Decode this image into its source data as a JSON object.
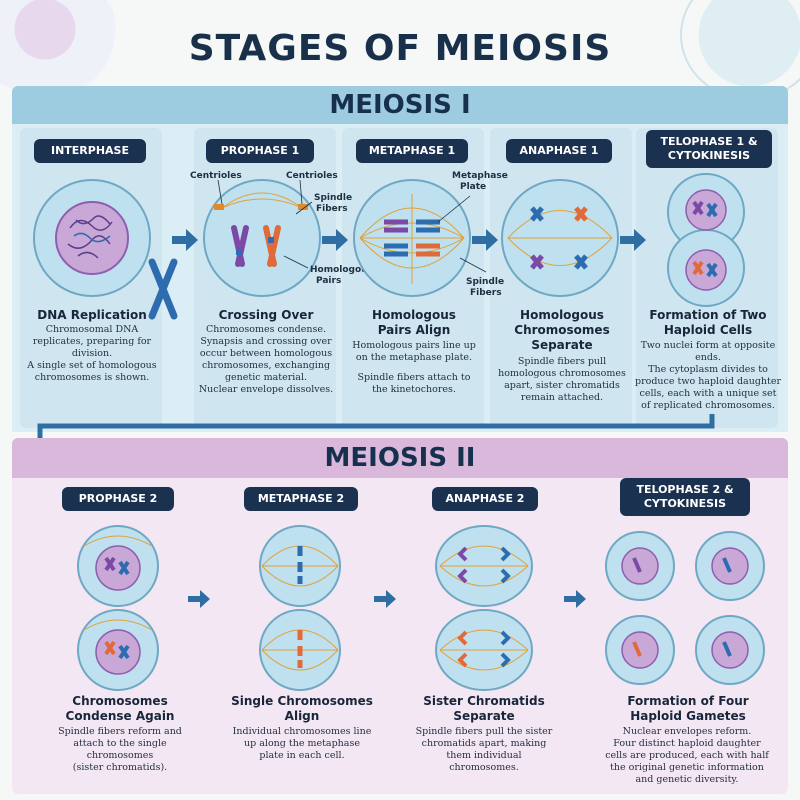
{
  "title": "STAGES OF MEIOSIS",
  "meiosis1": {
    "heading": "MEIOSIS I",
    "stages": [
      {
        "label": "INTERPHASE",
        "title": "DNA Replication",
        "desc": [
          "Chromosomal DNA",
          "replicates, preparing for",
          "division.",
          "A single set of homologous",
          "chromosomes is shown."
        ]
      },
      {
        "label": "PROPHASE 1",
        "title": "Crossing Over",
        "desc": [
          "Chromosomes condense.",
          "Synapsis and crossing over",
          "occur between homologous",
          "chromosomes, exchanging",
          "genetic material.",
          "Nuclear envelope dissolves."
        ],
        "annotations": {
          "centrioles_left": "Centrioles",
          "centrioles_right": "Centrioles",
          "spindle": "Spindle",
          "fibers": "Fibers",
          "homologous": "Homologous",
          "pairs": "Pairs"
        }
      },
      {
        "label": "METAPHASE 1",
        "title_lines": [
          "Homologous",
          "Pairs Align"
        ],
        "desc": [
          "Homologous pairs line up",
          "on the metaphase plate.",
          "",
          "Spindle fibers attach to",
          "the kinetochores."
        ],
        "annotations": {
          "metaphase": "Metaphase",
          "plate": "Plate"
        }
      },
      {
        "label": "ANAPHASE 1",
        "title_lines": [
          "Homologous",
          "Chromosomes",
          "Separate"
        ],
        "desc": [
          "Spindle fibers pull",
          "homologous chromosomes",
          "apart, sister chromatids",
          "remain attached."
        ],
        "annotations": {
          "spindle": "Spindle",
          "fibers": "Fibers"
        }
      },
      {
        "label_lines": [
          "TELOPHASE 1 &",
          "CYTOKINESIS"
        ],
        "title_lines": [
          "Formation of Two",
          "Haploid Cells"
        ],
        "desc": [
          "Two nuclei form at opposite",
          "ends.",
          "The cytoplasm divides to",
          "produce two haploid daughter",
          "cells, each with a unique set",
          "of replicated chromosomes."
        ]
      }
    ]
  },
  "meiosis2": {
    "heading": "MEIOSIS II",
    "stages": [
      {
        "label": "PROPHASE 2",
        "title_lines": [
          "Chromosomes",
          "Condense Again"
        ],
        "desc": [
          "Spindle fibers reform and",
          "attach to the single",
          "chromosomes",
          "(sister chromatids)."
        ]
      },
      {
        "label": "METAPHASE 2",
        "title_lines": [
          "Single Chromosomes",
          "Align"
        ],
        "desc": [
          "Individual chromosomes line",
          "up along the metaphase",
          "plate in each cell."
        ]
      },
      {
        "label": "ANAPHASE 2",
        "title_lines": [
          "Sister Chromatids",
          "Separate"
        ],
        "desc": [
          "Spindle fibers pull the sister",
          "chromatids apart, making",
          "them individual",
          "chromosomes."
        ]
      },
      {
        "label_lines": [
          "TELOPHASE 2 &",
          "CYTOKINESIS"
        ],
        "title_lines": [
          "Formation of Four",
          "Haploid Gametes"
        ],
        "desc": [
          "Nuclear envelopes reform.",
          "Four distinct haploid daughter",
          "cells are produced, each with half",
          "the original genetic information",
          "and genetic diversity."
        ]
      }
    ]
  },
  "colors": {
    "navy": "#1b3150",
    "meiosis1_band": "#9dcbe0",
    "meiosis2_band": "#d9b8dc",
    "arrow": "#2f6ea3",
    "chrom_blue": "#2e6cb0",
    "chrom_orange": "#e06a3a",
    "chrom_purple": "#7a4aa6"
  }
}
